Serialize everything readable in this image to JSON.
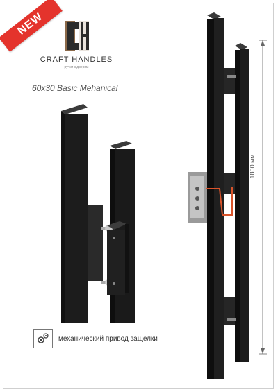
{
  "badge": {
    "text": "NEW",
    "color": "#e4332c"
  },
  "brand": {
    "name": "CRAFT HANDLES",
    "tagline": "ручки к дверям",
    "logo_icon": "ch-monogram-icon"
  },
  "product": {
    "model": "60x30 Basic Mehanical"
  },
  "dimension": {
    "label": "1800 мм"
  },
  "feature": {
    "icon": "gears-icon",
    "text": "механический привод защелки"
  }
}
